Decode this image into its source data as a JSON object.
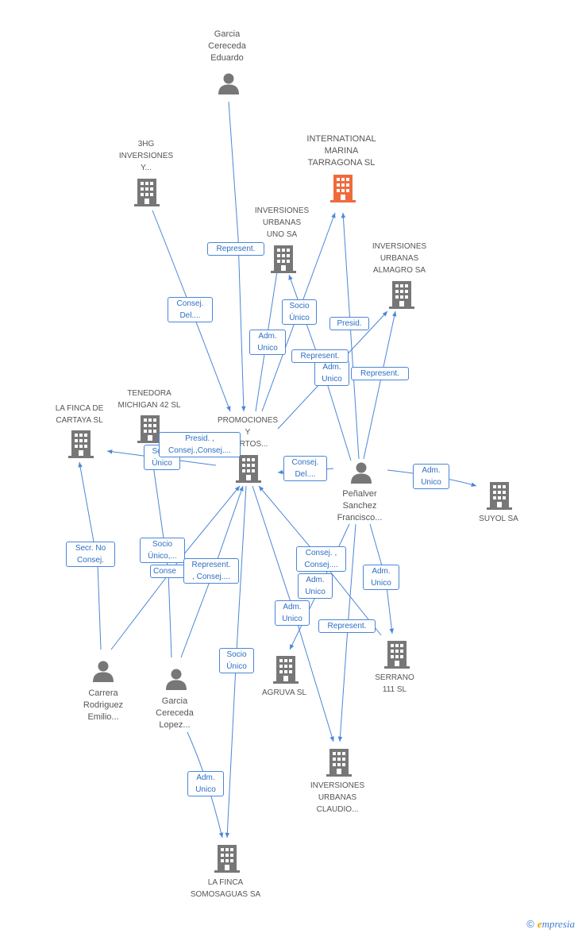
{
  "colors": {
    "edge": "#4a86d8",
    "icon": "#777777",
    "highlight": "#f06a3b"
  },
  "nodes": {
    "garcia_cereceda_eduardo": {
      "label": "Garcia\nCereceda\nEduardo",
      "icon": "person-icon"
    },
    "hg3_inversiones": {
      "label": "3HG\nINVERSIONES\nY...",
      "icon": "building-icon"
    },
    "international_marina": {
      "label": "INTERNATIONAL\nMARINA\nTARRAGONA SL",
      "icon": "building-icon",
      "highlight": true
    },
    "inversiones_urbanas_uno": {
      "label": "INVERSIONES\nURBANAS\nUNO SA",
      "icon": "building-icon"
    },
    "inversiones_urbanas_almagro": {
      "label": "INVERSIONES\nURBANAS\nALMAGRO SA",
      "icon": "building-icon"
    },
    "tenedora_michigan": {
      "label": "TENEDORA\nMICHIGAN 42 SL",
      "icon": "building-icon"
    },
    "la_finca_cartaya": {
      "label": "LA FINCA DE\nCARTAYA SL",
      "icon": "building-icon"
    },
    "promociones": {
      "label": "PROMOCIONES\nY\n...ERTOS...",
      "icon": "building-icon"
    },
    "penalver": {
      "label": "Peñalver\nSanchez\nFrancisco...",
      "icon": "person-icon"
    },
    "suyol": {
      "label": "SUYOL SA",
      "icon": "building-icon"
    },
    "carrera_rodriguez": {
      "label": "Carrera\nRodriguez\nEmilio...",
      "icon": "person-icon"
    },
    "garcia_cereceda_lopez": {
      "label": "Garcia\nCereceda\nLopez...",
      "icon": "person-icon"
    },
    "agruva": {
      "label": "AGRUVA SL",
      "icon": "building-icon"
    },
    "serrano_111": {
      "label": "SERRANO\n111 SL",
      "icon": "building-icon"
    },
    "inversiones_urbanas_claudio": {
      "label": "INVERSIONES\nURBANAS\nCLAUDIO...",
      "icon": "building-icon"
    },
    "la_finca_somosaguas": {
      "label": "LA FINCA\nSOMOSAGUAS SA",
      "icon": "building-icon"
    }
  },
  "edge_labels": {
    "represent_1": "Represent.",
    "consej_del_1": "Consej.\nDel....",
    "socio_unico_1": "Socio\nÚnico",
    "adm_unico_1": "Adm.\nUnico",
    "presid_1": "Presid.",
    "represent_2": "Represent.",
    "adm_unico_2": "Adm.\nUnico",
    "represent_3": "Represent.",
    "presid_consej": "Presid. ,\nConsej.,Consej....",
    "socio_unico_2": "Socio\nÚnico",
    "consej_del_2": "Consej.\nDel....",
    "adm_unico_3": "Adm.\nUnico",
    "secr_no_consej": "Secr.  No\nConsej.",
    "socio_unico_consej": "Socio\nÚnico,...",
    "consej_partial": "Conse",
    "represent_consej": "Represent.\n, Consej....",
    "consej_consej": "Consej. ,\nConsej....",
    "adm_unico_4": "Adm.\nUnico",
    "adm_unico_5": "Adm.\nUnico",
    "adm_unico_6": "Adm.\nUnico",
    "represent_4": "Represent.",
    "socio_unico_3": "Socio\nÚnico",
    "adm_unico_7": "Adm.\nUnico"
  },
  "footer": {
    "copyright": "©",
    "brand_initial": "e",
    "brand_rest": "mpresia"
  }
}
